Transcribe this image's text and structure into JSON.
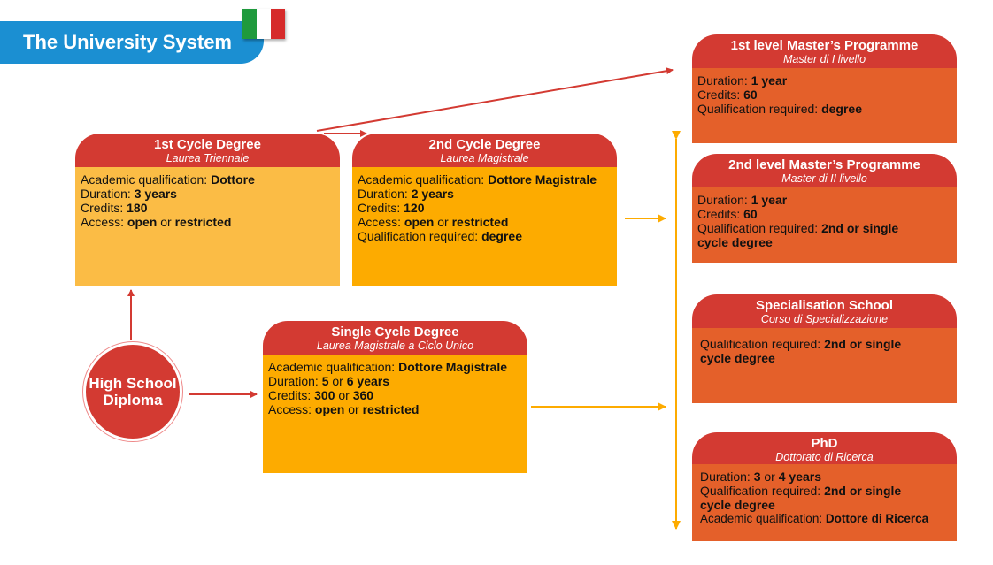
{
  "banner": {
    "title": "The University System"
  },
  "colors": {
    "banner": "#1b8fd2",
    "header": "#d33a32",
    "first_cycle": "#fbbc45",
    "second_cycle": "#fdab00",
    "post_grad": "#e4602a"
  },
  "high_school": {
    "label": "High School Diploma"
  },
  "first_cycle": {
    "title": "1st Cycle Degree",
    "subtitle": "Laurea Triennale",
    "lines": [
      {
        "label": "Academic qualification: ",
        "value": "Dottore"
      },
      {
        "label": "Duration: ",
        "value": "3 years"
      },
      {
        "label": "Credits: ",
        "value": "180"
      },
      {
        "label": "Access: ",
        "value": "open",
        "mid": " or ",
        "value2": "restricted"
      }
    ]
  },
  "second_cycle": {
    "title": "2nd Cycle Degree",
    "subtitle": "Laurea Magistrale",
    "lines": [
      {
        "label": "Academic qualification: ",
        "value": "Dottore Magistrale"
      },
      {
        "label": "Duration: ",
        "value": "2 years"
      },
      {
        "label": "Credits: ",
        "value": "120"
      },
      {
        "label": "Access: ",
        "value": "open",
        "mid": " or ",
        "value2": "restricted"
      },
      {
        "label": "Qualification required: ",
        "value": "degree"
      }
    ]
  },
  "single_cycle": {
    "title": "Single Cycle Degree",
    "subtitle": "Laurea Magistrale a Ciclo Unico",
    "lines": [
      {
        "label": "Academic qualification: ",
        "value": "Dottore Magistrale"
      },
      {
        "label": "Duration: ",
        "value": "5",
        "mid": " or ",
        "value2": "6 years"
      },
      {
        "label": "Credits: ",
        "value": "300",
        "mid": " or ",
        "value2": "360"
      },
      {
        "label": "Access: ",
        "value": "open",
        "mid": " or ",
        "value2": "restricted"
      }
    ]
  },
  "master1": {
    "title": "1st level Master’s Programme",
    "subtitle": "Master di I livello",
    "lines": [
      {
        "label": "Duration: ",
        "value": "1 year"
      },
      {
        "label": "Credits: ",
        "value": "60"
      },
      {
        "label": "Qualification required: ",
        "value": "degree"
      }
    ]
  },
  "master2": {
    "title": "2nd level Master’s Programme",
    "subtitle": "Master di II livello",
    "lines": [
      {
        "label": "Duration: ",
        "value": "1 year"
      },
      {
        "label": "Credits: ",
        "value": "60"
      },
      {
        "label": "Qualification required: ",
        "value": "2nd or single cycle degree"
      }
    ]
  },
  "specialisation": {
    "title": "Specialisation School",
    "subtitle": "Corso di Specializzazione",
    "lines": [
      {
        "label": "Qualification required: ",
        "value": "2nd or single cycle degree"
      }
    ]
  },
  "phd": {
    "title": "PhD",
    "subtitle": "Dottorato di Ricerca",
    "lines": [
      {
        "label": "Duration: ",
        "value": "3",
        "mid": " or ",
        "value2": "4 years"
      },
      {
        "label": "Qualification required: ",
        "value": "2nd or single cycle degree"
      },
      {
        "label": "Academic qualification: ",
        "value": "Dottore di Ricerca"
      }
    ]
  }
}
